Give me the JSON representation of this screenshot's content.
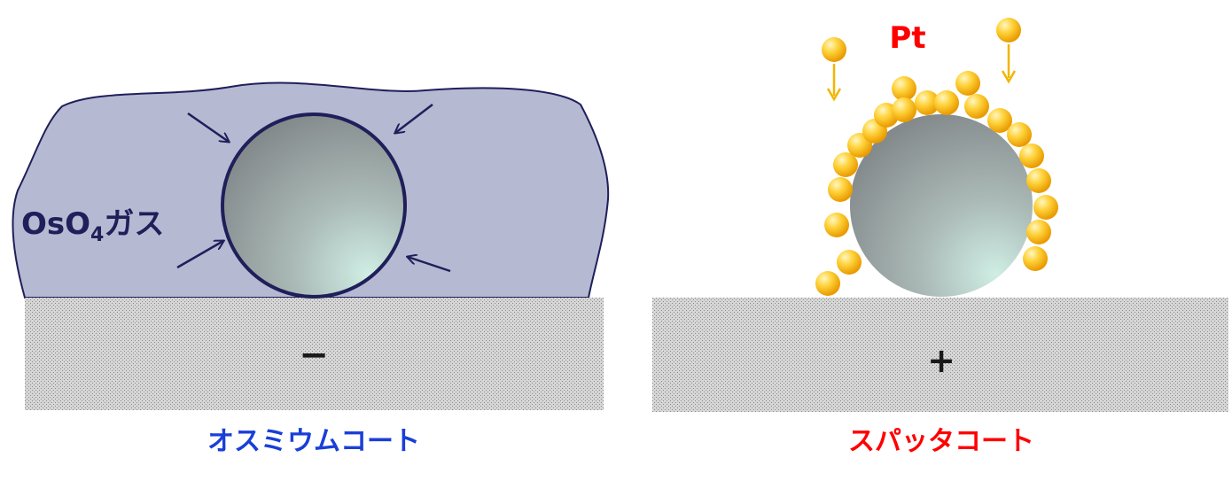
{
  "left_panel": {
    "gas_label_main": "OsO",
    "gas_label_sub": "4",
    "gas_label_suffix": "ガス",
    "substrate_sign": "−",
    "caption": "オスミウムコート"
  },
  "right_panel": {
    "particle_label": "Pt",
    "substrate_sign": "+",
    "caption": "スパッタコート"
  },
  "colors": {
    "gas_cloud": "#b6b9d2",
    "outline": "#1f1f5a",
    "left_caption": "#1a3fd6",
    "right_caption": "#ff0000",
    "pt_label": "#ff0000",
    "pt_particle": "#f7b500",
    "pt_arrow": "#f2b500",
    "substrate": "#c8c8c8"
  }
}
